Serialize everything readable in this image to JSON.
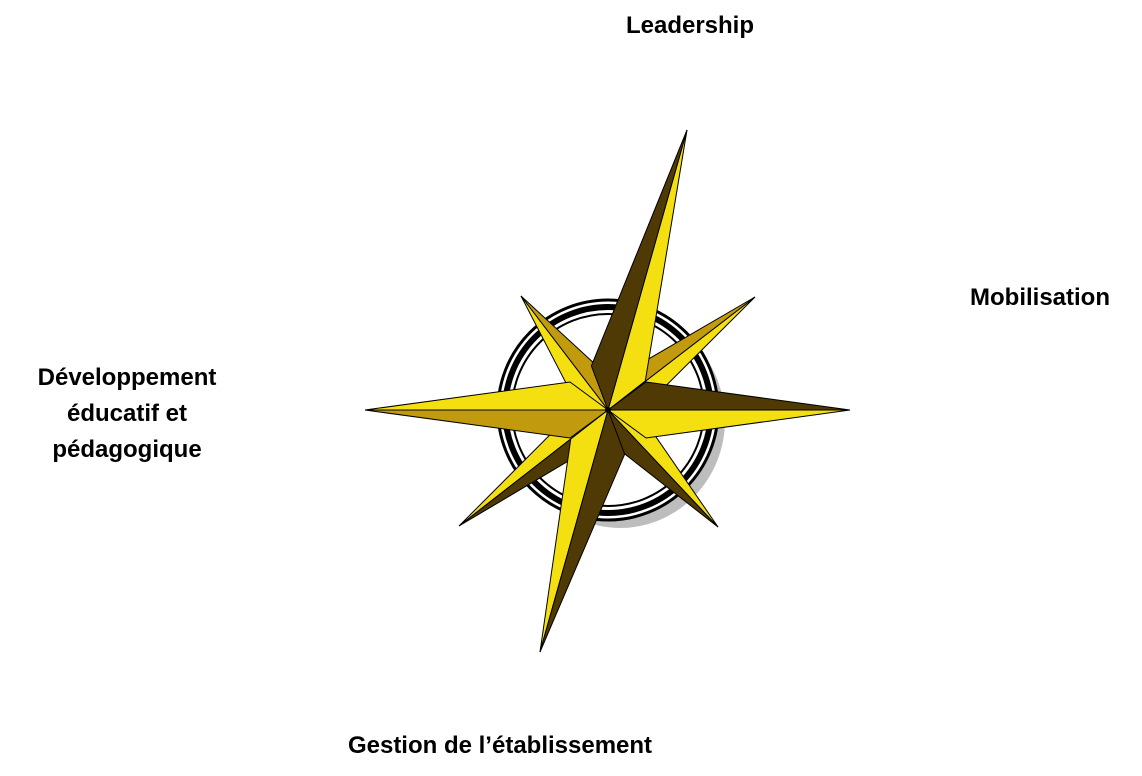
{
  "labels": {
    "top": "Leadership",
    "right": "Mobilisation",
    "left_lines": [
      "Développement",
      "éducatif et",
      "pédagogique"
    ],
    "bottom": "Gestion de l’établissement"
  },
  "colors": {
    "light_gold": "#f4e011",
    "mid_gold": "#c29a0e",
    "dark_brown": "#4f3a05",
    "outline": "#000000",
    "ring_shadow": "#bdbdbd"
  },
  "icon": "compass-rose-icon"
}
